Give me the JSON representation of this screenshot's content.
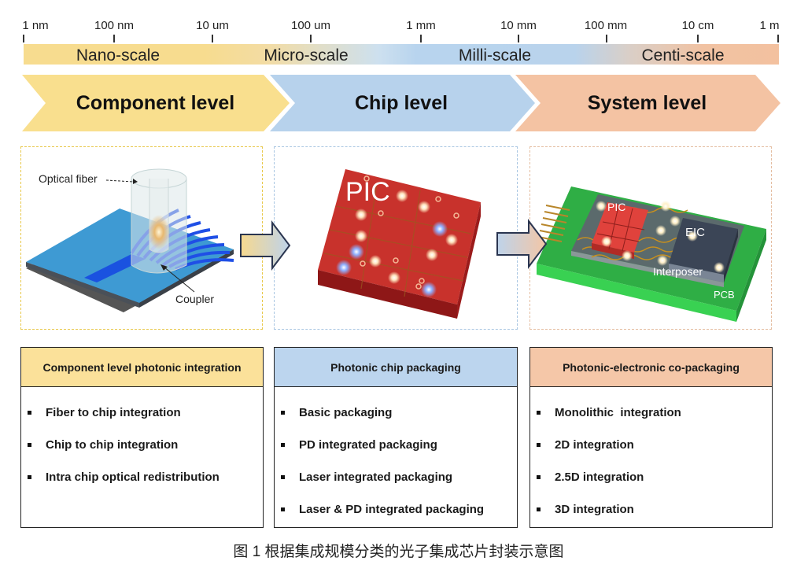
{
  "scale_axis": {
    "ticks": [
      "1 nm",
      "100 nm",
      "10 um",
      "100 um",
      "1 mm",
      "10 mm",
      "100 mm",
      "10 cm",
      "1 m"
    ],
    "ranges": [
      "Nano-scale",
      "Micro-scale",
      "Milli-scale",
      "Centi-scale"
    ],
    "colors": {
      "nano": "#f7dc8f",
      "milli": "#b9d3ec",
      "centi": "#f3c19f"
    }
  },
  "levels": [
    {
      "label": "Component level",
      "color": "#f9df8e"
    },
    {
      "label": "Chip level",
      "color": "#b7d2ec"
    },
    {
      "label": "System level",
      "color": "#f4c3a3"
    }
  ],
  "illustrations": {
    "component": {
      "labels": [
        "Optical fiber",
        "Coupler"
      ]
    },
    "chip": {
      "labels": [
        "PIC"
      ]
    },
    "system": {
      "labels": [
        "PIC",
        "EIC",
        "Interposer",
        "PCB"
      ]
    }
  },
  "boxes": [
    {
      "header": "Component level photonic integration",
      "header_color": "#fbe19a",
      "items": [
        "Fiber to chip integration",
        "Chip to chip integration",
        "Intra chip optical redistribution"
      ]
    },
    {
      "header": "Photonic chip packaging",
      "header_color": "#bcd5ee",
      "items": [
        "Basic packaging",
        "PD integrated packaging",
        "Laser integrated packaging",
        "Laser & PD integrated packaging"
      ]
    },
    {
      "header": "Photonic-electronic co-packaging",
      "header_color": "#f5c7a8",
      "items": [
        "Monolithic  integration",
        "2D integration",
        "2.5D integration",
        "3D integration"
      ]
    }
  ],
  "caption": "图 1 根据集成规模分类的光子集成芯片封装示意图"
}
